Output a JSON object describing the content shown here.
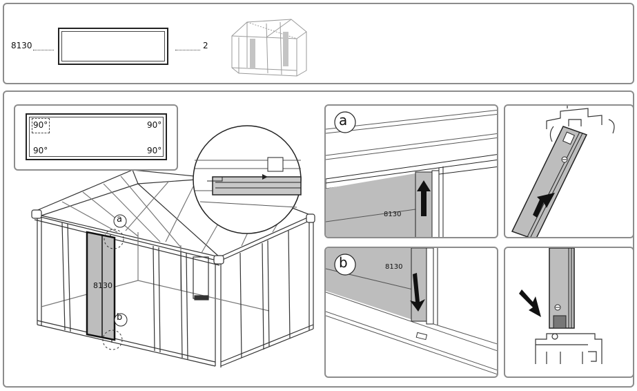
{
  "parts": {
    "part_number": "8130",
    "quantity": "2"
  },
  "step_view": {
    "panel_label": "8130",
    "callout_a": "a",
    "callout_b": "b"
  },
  "angle_inset": {
    "top_left": "90°",
    "top_right": "90°",
    "bottom_left": "90°",
    "bottom_right": "90°"
  },
  "detail_a": {
    "letter": "a",
    "panel_label": "8130"
  },
  "detail_b": {
    "letter": "b",
    "panel_label": "8130"
  }
}
